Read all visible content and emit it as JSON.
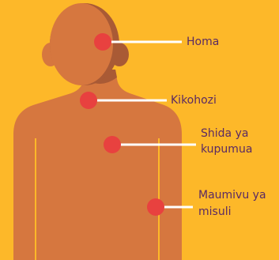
{
  "colors": {
    "background": "#fdb829",
    "skin": "#d6773f",
    "skin_shadow": "#a95a35",
    "marker": "#e8413f",
    "leader_line": "#ffffff",
    "label_text": "#5a2a63"
  },
  "symptoms": [
    {
      "id": "homa",
      "lines": [
        "Homa"
      ]
    },
    {
      "id": "kikohozi",
      "lines": [
        "Kikohozi"
      ]
    },
    {
      "id": "shida-ya-kupumua",
      "lines": [
        "Shida ya",
        "kupumua"
      ]
    },
    {
      "id": "maumivu-ya-misuli",
      "lines": [
        "Maumivu ya",
        "misuli"
      ]
    }
  ]
}
